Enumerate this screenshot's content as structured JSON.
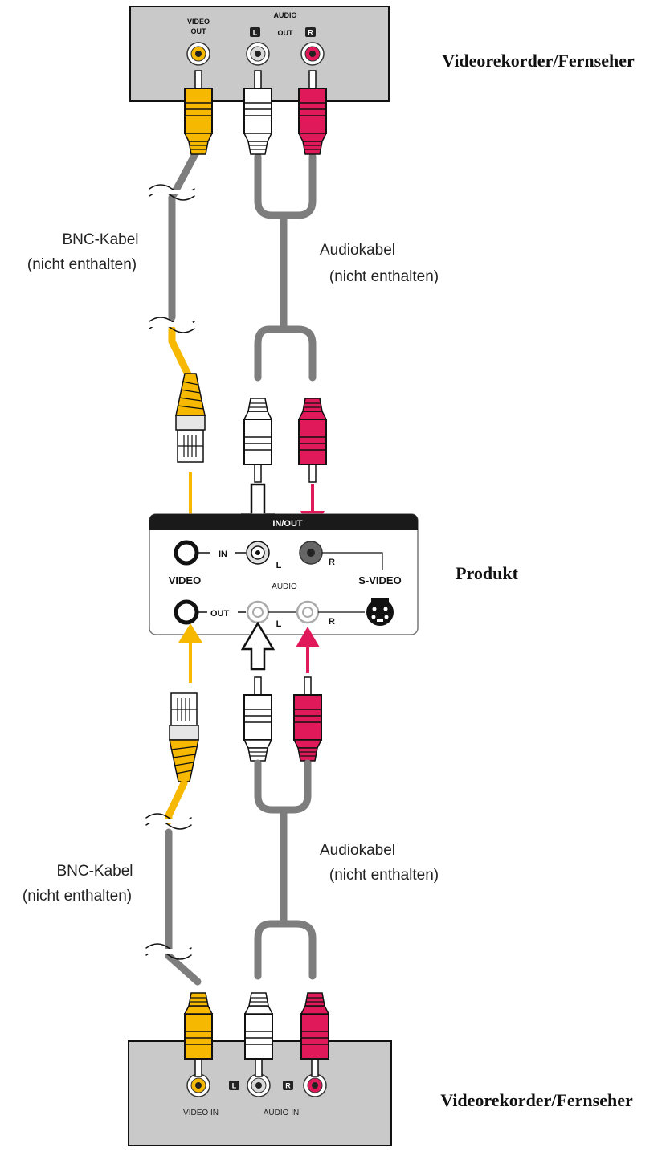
{
  "colors": {
    "video": "#f6b800",
    "audio_left": "#ffffff",
    "audio_right": "#e0195a",
    "cable": "#7d7d7d",
    "device": "#c9c9c9",
    "panel_bar": "#1a1a1a"
  },
  "top_device": {
    "title": "Videorekorder/Fernseher",
    "video_label_1": "VIDEO",
    "video_label_2": "OUT",
    "audio_label_1": "AUDIO",
    "audio_label_2": "OUT",
    "badge_l": "L",
    "badge_r": "R"
  },
  "bottom_device": {
    "title": "Videorekorder/Fernseher",
    "video_label": "VIDEO IN",
    "audio_label": "AUDIO IN",
    "badge_l": "L",
    "badge_r": "R"
  },
  "product": {
    "title": "Produkt",
    "bar_label": "IN/OUT",
    "video": "VIDEO",
    "in": "IN",
    "out": "OUT",
    "audio": "AUDIO",
    "l_top": "L",
    "r_top": "R",
    "l_bottom": "L",
    "r_bottom": "R",
    "svideo": "S-VIDEO"
  },
  "labels": {
    "bnc_top_1": "BNC-Kabel",
    "bnc_top_2": "(nicht enthalten)",
    "audio_top_1": "Audiokabel",
    "audio_top_2": "(nicht enthalten)",
    "bnc_bottom_1": "BNC-Kabel",
    "bnc_bottom_2": "(nicht enthalten)",
    "audio_bottom_1": "Audiokabel",
    "audio_bottom_2": "(nicht enthalten)"
  }
}
